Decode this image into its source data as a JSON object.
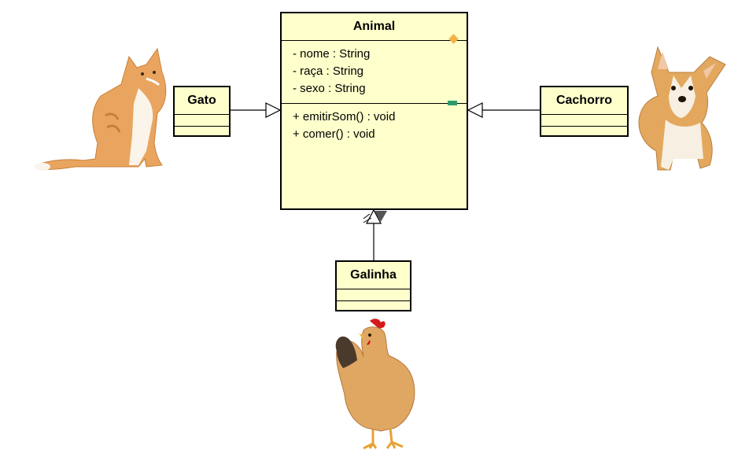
{
  "classes": {
    "animal": {
      "name": "Animal",
      "attributes": [
        "- nome : String",
        "- raça : String",
        "- sexo : String"
      ],
      "operations": [
        "+ emitirSom() : void",
        "+ comer() : void"
      ]
    },
    "gato": {
      "name": "Gato"
    },
    "cachorro": {
      "name": "Cachorro"
    },
    "galinha": {
      "name": "Galinha"
    }
  },
  "relations": [
    {
      "type": "generalization",
      "from": "Gato",
      "to": "Animal"
    },
    {
      "type": "generalization",
      "from": "Cachorro",
      "to": "Animal"
    },
    {
      "type": "generalization",
      "from": "Galinha",
      "to": "Animal"
    }
  ],
  "colors": {
    "class_fill": "#ffffcc",
    "border": "#000000",
    "attr_marker": "#f2b44a",
    "op_marker": "#2e9c6a"
  },
  "pictures": [
    "cat-photo",
    "corgi-dog-photo",
    "hen-photo"
  ]
}
